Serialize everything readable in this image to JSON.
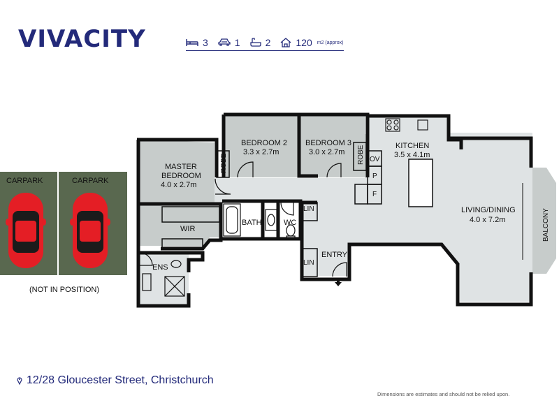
{
  "brand": {
    "name": "VIVACITY"
  },
  "stats": {
    "bedrooms": "3",
    "garages": "1",
    "bathrooms": "2",
    "area": "120",
    "area_unit": "m2 (approx)"
  },
  "rooms": {
    "bedroom2": {
      "name": "BEDROOM 2",
      "size": "3.3 x 2.7m"
    },
    "bedroom3": {
      "name": "BEDROOM 3",
      "size": "3.0 x 2.7m"
    },
    "master": {
      "name1": "MASTER",
      "name2": "BEDROOM",
      "size": "4.0 x 2.7m"
    },
    "kitchen": {
      "name": "KITCHEN",
      "size": "3.5 x 4.1m"
    },
    "living": {
      "name": "LIVING/DINING",
      "size": "4.0 x 7.2m"
    },
    "robe": "ROBE",
    "wir": "WIR",
    "bath": "BATH",
    "wc": "WC",
    "lin": "LIN",
    "entry": "ENTRY",
    "ens": "ENS",
    "ov": "OV",
    "p": "P",
    "f": "F",
    "balcony": "BALCONY",
    "carpark": "CARPARK",
    "not_in_position": "(NOT IN POSITION)"
  },
  "address": "12/28 Gloucester Street, Christchurch",
  "disclaimer": "Dimensions are estimates and should not be relied upon.",
  "colors": {
    "brand": "#232a7a",
    "room_fill": "#c7cccb",
    "floor_fill": "#dfe3e4",
    "carpark_fill": "#59684f",
    "car_red": "#e41e25"
  }
}
